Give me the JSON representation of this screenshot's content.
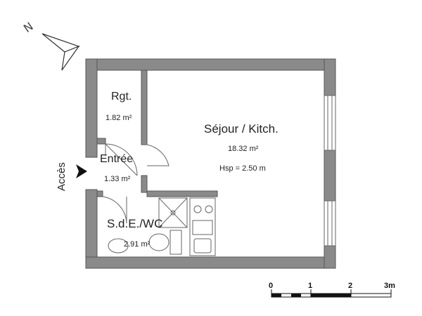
{
  "compass": {
    "letter": "N",
    "icon": "north-arrow-icon"
  },
  "access_label": "Accès",
  "rooms": [
    {
      "name": "Rgt.",
      "area": "1.82 m²"
    },
    {
      "name": "Séjour / Kitch.",
      "area": "18.32 m²",
      "height": "Hsp = 2.50 m"
    },
    {
      "name": "Entrée",
      "area": "1.33 m²"
    },
    {
      "name": "S.d.E./WC",
      "area": "2.91 m²"
    }
  ],
  "scale_bar": {
    "ticks": [
      "0",
      "1",
      "2",
      "3m"
    ]
  },
  "colors": {
    "wall_fill": "#8a8a8a",
    "wall_stroke": "#555555",
    "fixture_stroke": "#666666"
  }
}
